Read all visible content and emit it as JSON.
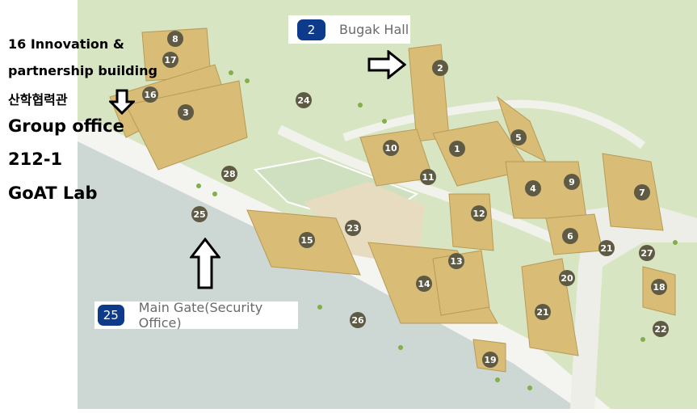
{
  "annotation": {
    "line1": "16 Innovation &",
    "line2": "partnership building",
    "line3": "산학협력관",
    "line4": "Group office",
    "line5": "212-1",
    "line6": "GoAT Lab"
  },
  "callouts": {
    "bugak": {
      "number": "2",
      "label": "Bugak Hall"
    },
    "main_gate": {
      "number": "25",
      "label": "Main Gate(Security Office)"
    }
  },
  "markers": [
    "8",
    "17",
    "16",
    "3",
    "24",
    "2",
    "5",
    "10",
    "1",
    "11",
    "28",
    "4",
    "9",
    "7",
    "12",
    "25",
    "23",
    "6",
    "15",
    "21",
    "27",
    "13",
    "20",
    "14",
    "18",
    "21",
    "26",
    "22",
    "19"
  ],
  "colors": {
    "badge": "#0d3a8a",
    "marker": "#5e5a44",
    "grass": "#d7e5c2",
    "building": "#d9bd77",
    "ground": "#cdd7d4"
  }
}
